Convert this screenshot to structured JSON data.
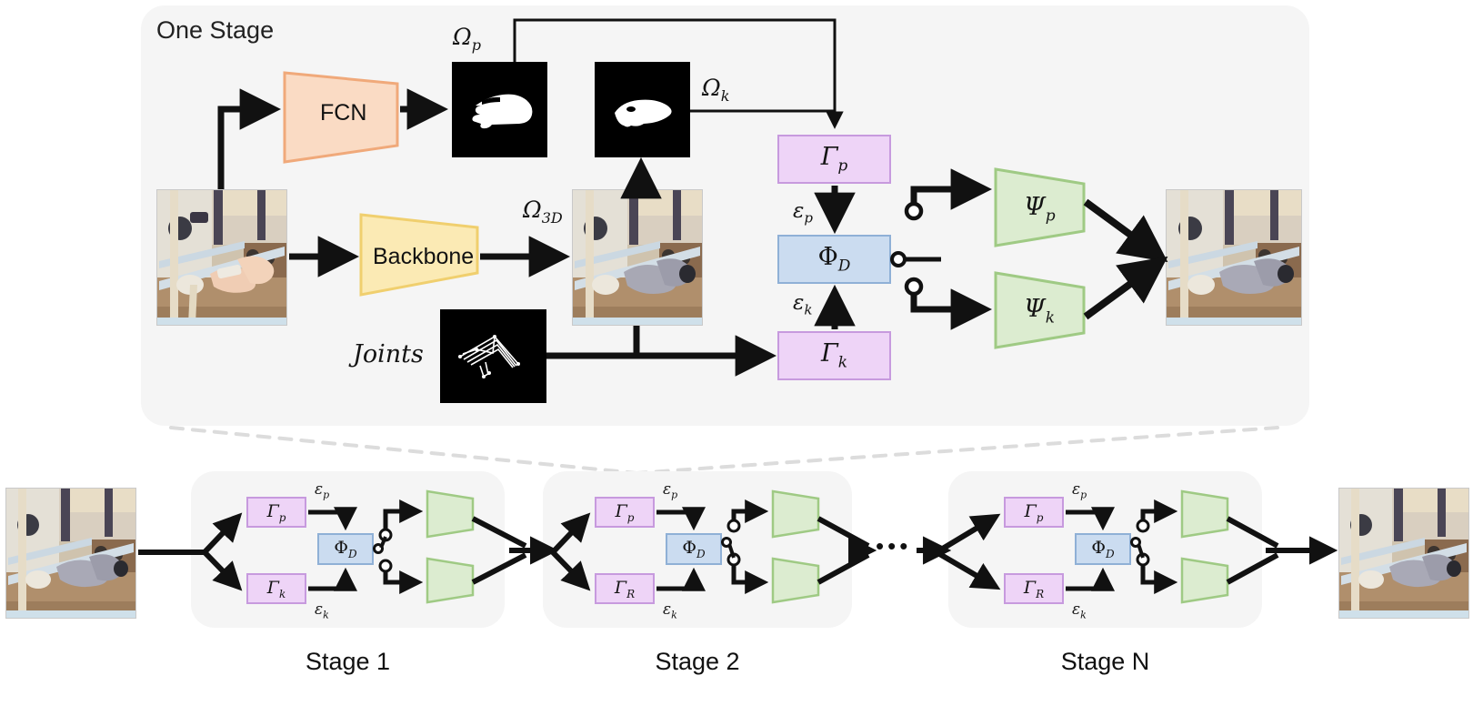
{
  "diagram": {
    "title": "One Stage",
    "modules": {
      "fcn": "FCN",
      "backbone": "Backbone",
      "joints": "Joints",
      "gamma_p": "Γ",
      "gamma_p_sub": "p",
      "gamma_k": "Γ",
      "gamma_k_sub": "k",
      "gamma_R_sub": "R",
      "phi_D": "Φ",
      "phi_D_sub": "D",
      "psi_p": "Ψ",
      "psi_p_sub": "p",
      "psi_k": "Ψ",
      "psi_k_sub": "k"
    },
    "signals": {
      "omega_p": "Ω",
      "omega_p_sub": "p",
      "omega_k": "Ω",
      "omega_k_sub": "k",
      "omega_3d": "Ω",
      "omega_3d_sub": "3D",
      "eps_p": "ε",
      "eps_p_sub": "p",
      "eps_k": "ε",
      "eps_k_sub": "k"
    },
    "ellipsis": "•••",
    "stages": [
      {
        "caption": "Stage 1",
        "top_block": "Γ",
        "top_sub": "p",
        "bottom_block": "Γ",
        "bottom_sub": "k",
        "switch": "up"
      },
      {
        "caption": "Stage 2",
        "top_block": "Γ",
        "top_sub": "p",
        "bottom_block": "Γ",
        "bottom_sub": "R",
        "switch": "down"
      },
      {
        "caption": "Stage N",
        "top_block": "Γ",
        "top_sub": "p",
        "bottom_block": "Γ",
        "bottom_sub": "R",
        "switch": "down"
      }
    ],
    "colors": {
      "panel_bg": "#f5f5f5",
      "fcn_fill": "#fadbc4",
      "fcn_stroke": "#f0a97a",
      "backbone_fill": "#fbeab4",
      "backbone_stroke": "#f0cf6e",
      "gamma_fill": "#eed4f7",
      "gamma_stroke": "#c79ade",
      "phi_fill": "#cbdcf0",
      "phi_stroke": "#8fb0d6",
      "psi_fill": "#dcecd0",
      "psi_stroke": "#9fca84",
      "arrow": "#111111",
      "dashed_guide": "#dcdcdc",
      "mask_bg": "#000000",
      "mask_fg": "#ffffff"
    },
    "images": {
      "input_photo": "hand-holding-object-photo",
      "output_photo": "rendered-hand-mesh-photo",
      "omega_p_mask": "hand-silhouette-mask",
      "omega_k_mask": "object-silhouette-mask",
      "omega_3d_overlay": "hand-mesh-overlay-photo",
      "joints_image": "hand-skeleton-joints"
    }
  }
}
